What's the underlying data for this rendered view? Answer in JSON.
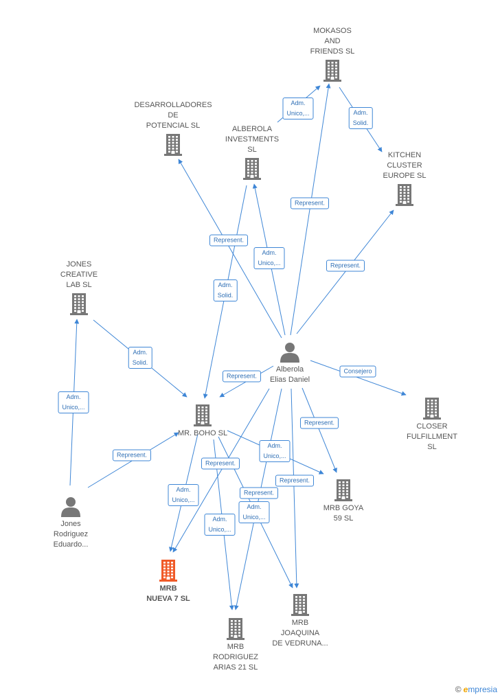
{
  "nodes": [
    {
      "id": "mokasos",
      "type": "company",
      "lines": [
        "MOKASOS",
        "AND",
        "FRIENDS  SL"
      ]
    },
    {
      "id": "desarrolladores",
      "type": "company",
      "lines": [
        "DESARROLLADORES",
        "DE",
        "POTENCIAL  SL"
      ]
    },
    {
      "id": "alberola_inv",
      "type": "company",
      "lines": [
        "ALBEROLA",
        "INVESTMENTS",
        "SL"
      ]
    },
    {
      "id": "kitchen",
      "type": "company",
      "lines": [
        "KITCHEN",
        "CLUSTER",
        "EUROPE  SL"
      ]
    },
    {
      "id": "jones_creative",
      "type": "company",
      "lines": [
        "JONES",
        "CREATIVE",
        "LAB  SL"
      ]
    },
    {
      "id": "alberola_elias",
      "type": "person",
      "lines": [
        "Alberola",
        "Elias Daniel"
      ]
    },
    {
      "id": "closer",
      "type": "company",
      "lines": [
        "CLOSER",
        "FULFILLMENT",
        "SL"
      ]
    },
    {
      "id": "mr_boho",
      "type": "company",
      "lines": [
        "MR.  BOHO SL"
      ]
    },
    {
      "id": "mrb_goya",
      "type": "company",
      "lines": [
        "MRB GOYA",
        "59  SL"
      ]
    },
    {
      "id": "jones_rodriguez",
      "type": "person",
      "lines": [
        "Jones",
        "Rodriguez",
        "Eduardo..."
      ]
    },
    {
      "id": "mrb_nueva",
      "type": "focus",
      "lines": [
        "MRB",
        "NUEVA 7  SL"
      ]
    },
    {
      "id": "mrb_joaquina",
      "type": "company",
      "lines": [
        "MRB",
        "JOAQUINA",
        "DE VEDRUNA..."
      ]
    },
    {
      "id": "mrb_rodriguez",
      "type": "company",
      "lines": [
        "MRB",
        "RODRIGUEZ",
        "ARIAS 21  SL"
      ]
    }
  ],
  "edges": [
    {
      "from": "alberola_inv",
      "to": "mokasos",
      "label": [
        "Adm.",
        "Unico,..."
      ]
    },
    {
      "from": "mokasos",
      "to": "kitchen",
      "label": [
        "Adm.",
        "Solid."
      ]
    },
    {
      "from": "alberola_elias",
      "to": "desarrolladores",
      "label": [
        "Represent."
      ]
    },
    {
      "from": "alberola_elias",
      "to": "mokasos",
      "label": [
        "Represent."
      ]
    },
    {
      "from": "alberola_elias",
      "to": "kitchen",
      "label": [
        "Represent."
      ]
    },
    {
      "from": "alberola_elias",
      "to": "alberola_inv",
      "label": [
        "Adm.",
        "Unico,..."
      ]
    },
    {
      "from": "alberola_inv",
      "to": "mr_boho",
      "label": [
        "Adm.",
        "Solid."
      ]
    },
    {
      "from": "jones_creative",
      "to": "mr_boho",
      "label": [
        "Adm.",
        "Solid."
      ]
    },
    {
      "from": "alberola_elias",
      "to": "mr_boho",
      "label": [
        "Represent."
      ]
    },
    {
      "from": "alberola_elias",
      "to": "closer",
      "label": [
        "Consejero"
      ]
    },
    {
      "from": "jones_rodriguez",
      "to": "jones_creative",
      "label": [
        "Adm.",
        "Unico,..."
      ]
    },
    {
      "from": "jones_rodriguez",
      "to": "mr_boho",
      "label": [
        "Represent."
      ]
    },
    {
      "from": "alberola_elias",
      "to": "mrb_goya",
      "label": [
        "Represent."
      ]
    },
    {
      "from": "mr_boho",
      "to": "mrb_goya",
      "label": [
        "Adm.",
        "Unico,..."
      ]
    },
    {
      "from": "alberola_elias",
      "to": "mrb_nueva",
      "label": [
        "Represent."
      ]
    },
    {
      "from": "mr_boho",
      "to": "mrb_nueva",
      "label": [
        "Adm.",
        "Unico,..."
      ]
    },
    {
      "from": "mr_boho",
      "to": "mrb_rodriguez",
      "label": [
        "Adm.",
        "Unico,..."
      ]
    },
    {
      "from": "alberola_elias",
      "to": "mrb_rodriguez",
      "label": [
        "Adm.",
        "Unico,..."
      ]
    },
    {
      "from": "alberola_elias",
      "to": "mrb_joaquina",
      "label": [
        "Represent."
      ]
    },
    {
      "from": "mr_boho",
      "to": "mrb_joaquina",
      "label": [
        "Represent."
      ]
    }
  ],
  "colors": {
    "edge": "#3e86d6",
    "icon": "#777777",
    "focus": "#f05a28"
  },
  "watermark": {
    "symbol": "©",
    "brand_first": "e",
    "brand_rest": "mpresia"
  }
}
